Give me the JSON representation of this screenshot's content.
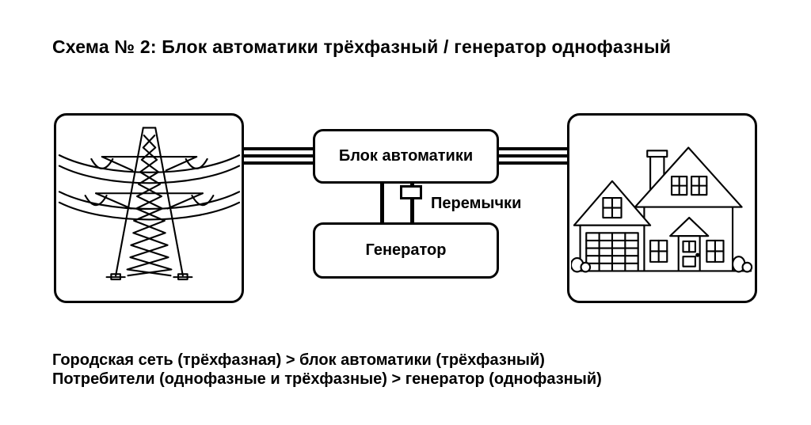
{
  "title": "Схема № 2: Блок автоматики трёхфазный / генератор однофазный",
  "diagram": {
    "automation_block_label": "Блок автоматики",
    "generator_label": "Генератор",
    "jumpers_label": "Перемычки"
  },
  "footer": {
    "line1": "Городская сеть (трёхфазная) > блок автоматики (трёхфазный)",
    "line2": "Потребители (однофазные и трёхфазные) > генератор (однофазный)"
  },
  "icons": {
    "left_box": "transmission-tower",
    "right_box": "house"
  },
  "colors": {
    "line": "#000000",
    "background": "#ffffff"
  }
}
